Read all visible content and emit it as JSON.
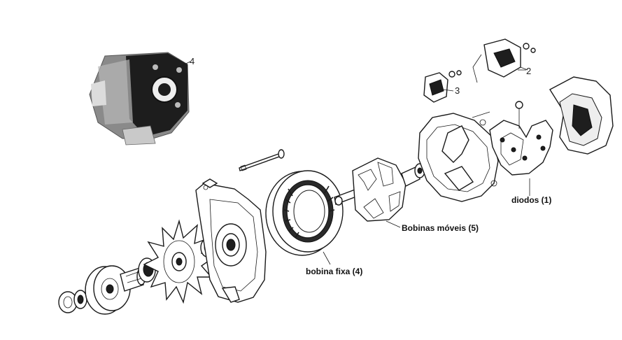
{
  "labels": {
    "diodes": "diodos (1)",
    "rotor": "Bobinas móveis (5)",
    "stator": "bobina fixa (4)"
  },
  "numbers": {
    "photo_callout": "4",
    "regulator": "2",
    "brush_holder": "3"
  }
}
